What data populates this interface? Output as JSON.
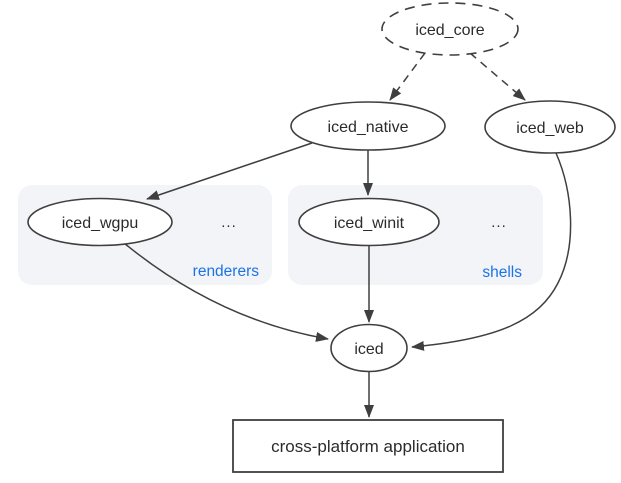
{
  "diagram": {
    "colors": {
      "background": "#ffffff",
      "node_stroke": "#3f3f3f",
      "node_text": "#2b2b2b",
      "edge": "#3f3f3f",
      "group_fill": "#f2f4f7",
      "group_label": "#1a73e8"
    },
    "nodes": {
      "iced_core": {
        "label": "iced_core",
        "shape": "ellipse-dashed"
      },
      "iced_native": {
        "label": "iced_native",
        "shape": "ellipse"
      },
      "iced_web": {
        "label": "iced_web",
        "shape": "ellipse"
      },
      "iced_wgpu": {
        "label": "iced_wgpu",
        "shape": "ellipse"
      },
      "iced_winit": {
        "label": "iced_winit",
        "shape": "ellipse"
      },
      "iced": {
        "label": "iced",
        "shape": "ellipse"
      },
      "application": {
        "label": "cross-platform application",
        "shape": "rect"
      }
    },
    "groups": {
      "renderers": {
        "label": "renderers",
        "ellipsis": "...",
        "contains": [
          "iced_wgpu"
        ]
      },
      "shells": {
        "label": "shells",
        "ellipsis": "...",
        "contains": [
          "iced_winit"
        ]
      }
    },
    "edges": [
      {
        "from": "iced_core",
        "to": "iced_native",
        "style": "dashed"
      },
      {
        "from": "iced_core",
        "to": "iced_web",
        "style": "dashed"
      },
      {
        "from": "iced_native",
        "to": "iced_wgpu",
        "style": "solid"
      },
      {
        "from": "iced_native",
        "to": "iced_winit",
        "style": "solid"
      },
      {
        "from": "iced_winit",
        "to": "iced",
        "style": "solid"
      },
      {
        "from": "iced_wgpu",
        "to": "iced",
        "style": "solid"
      },
      {
        "from": "iced_web",
        "to": "iced",
        "style": "solid"
      },
      {
        "from": "iced",
        "to": "application",
        "style": "solid"
      }
    ]
  }
}
